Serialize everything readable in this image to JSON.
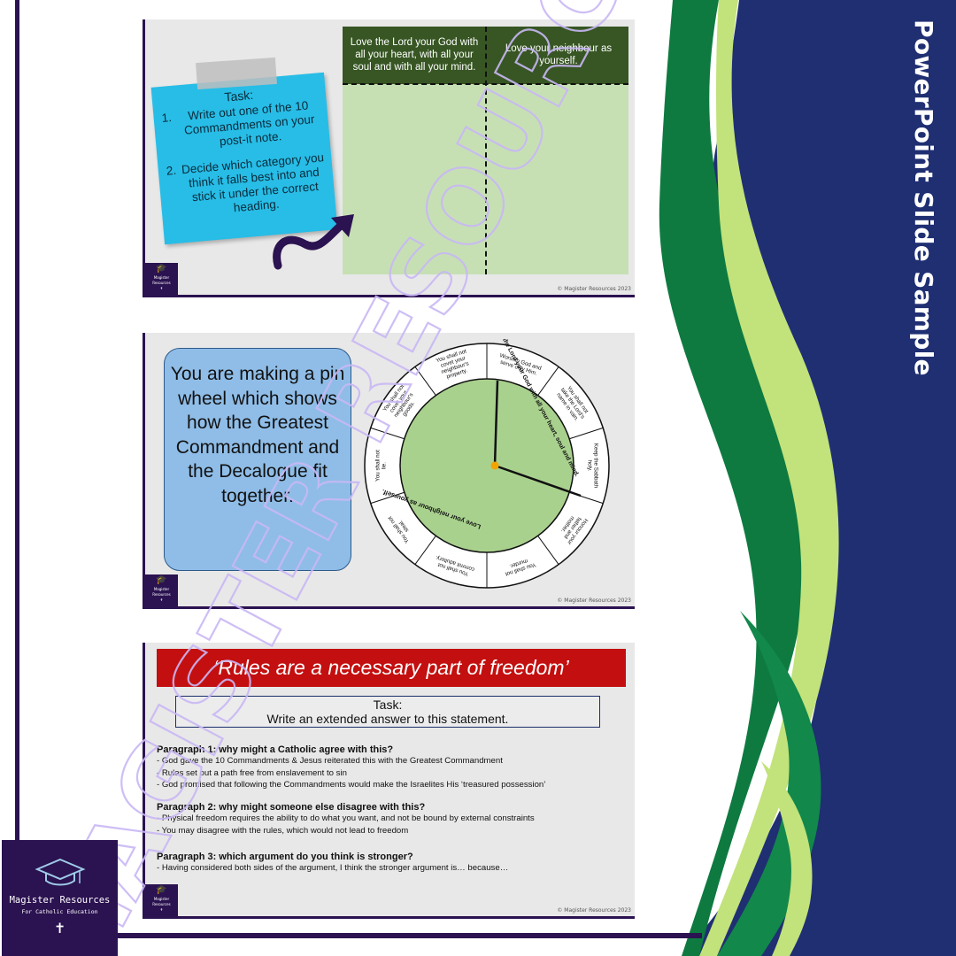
{
  "side_title": "PowerPoint Slide Sample",
  "brand": {
    "name": "Magister Resources",
    "tagline": "For Catholic Education",
    "cross": "✝"
  },
  "watermark": "MAGISTER RESOURCES",
  "copyright": "© Magister Resources 2023",
  "slide1": {
    "task_title": "Task:",
    "steps": [
      "Write out one of the 10 Commandments on your post-it note.",
      "Decide which category you think it falls best into and stick it under the correct heading."
    ],
    "heading_left": "Love the Lord your God with all your heart, with all your soul and with all your mind.",
    "heading_right": "Love your neighbour as yourself."
  },
  "slide2": {
    "info_text": "You are making a pin wheel which shows how the Greatest Commandment and the Decalogue fit together.",
    "inner_top": "Love the Lord your God with all your heart, soul and mind.",
    "inner_bottom": "Love your neighbour as yourself.",
    "segments": [
      "Worship God and serve only Him.",
      "You shall not take the Lord's name in vain.",
      "Keep the Sabbath holy.",
      "Honour your father and mother.",
      "You shall not murder.",
      "You shall not commit adultery.",
      "You shall not steal.",
      "You shall not lie.",
      "You shall not covet your neighbour's goods.",
      "You shall not covet your neighbour's property."
    ]
  },
  "slide3": {
    "banner": "‘Rules are a necessary part of freedom’",
    "task_title": "Task:",
    "task_text": "Write an extended answer to this statement.",
    "paragraphs": [
      {
        "heading": "Paragraph 1: why might a Catholic agree with this?",
        "lines": [
          "- God gave the 10 Commandments & Jesus reiterated this with the Greatest Commandment",
          "- Rules set out a path free from enslavement to sin",
          "- God promised that following the Commandments would make the Israelites His ‘treasured possession’"
        ]
      },
      {
        "heading": "Paragraph 2: why might someone else disagree with this?",
        "lines": [
          "- Physical freedom requires the ability to do what you want, and not be bound by external constraints",
          "- You may disagree with the rules, which would not lead to freedom"
        ]
      },
      {
        "heading": "Paragraph 3: which argument do you think is stronger?",
        "lines": [
          "- Having considered both sides of the argument, I think the stronger argument is… because…"
        ]
      }
    ]
  },
  "colors": {
    "navy": "#1f2f72",
    "purple": "#2b1250",
    "green_dark": "#0e7a40",
    "green_light": "#c2e27b",
    "postit": "#27bde6",
    "banner_red": "#c30f0f",
    "wheel_green": "#a9d18e"
  }
}
